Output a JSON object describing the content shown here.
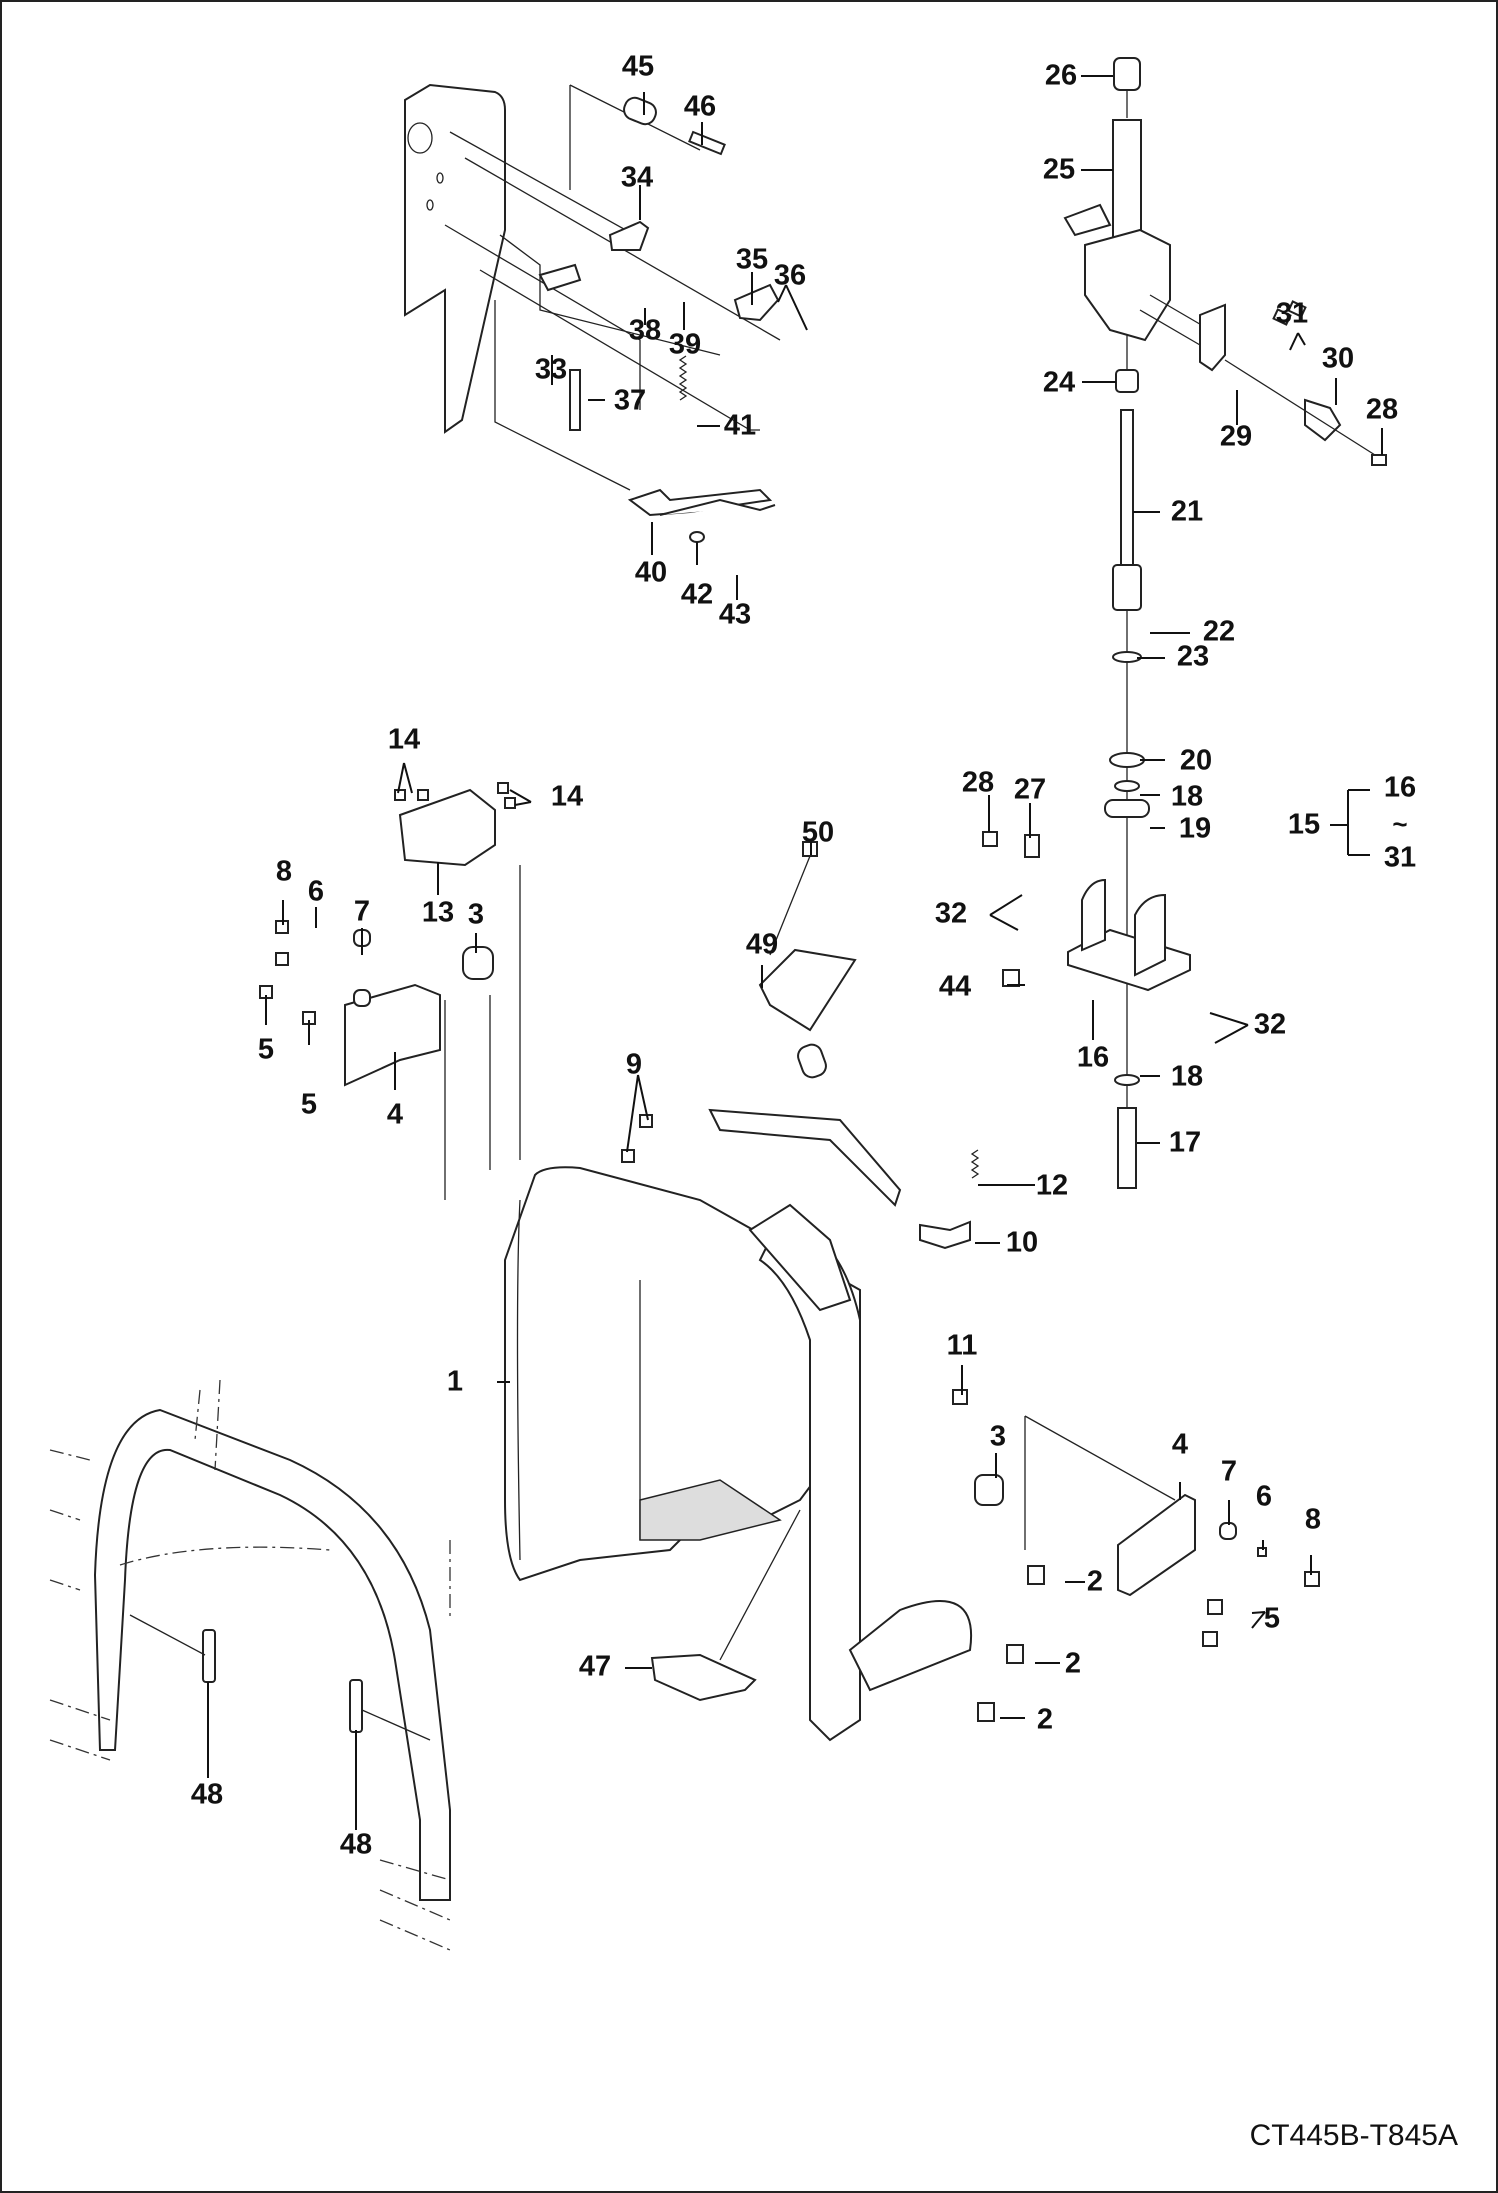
{
  "diagram": {
    "type": "exploded-parts-diagram",
    "reference_code": "CT445B-T845A",
    "callouts": [
      {
        "id": "c1",
        "label": "1"
      },
      {
        "id": "c2a",
        "label": "2"
      },
      {
        "id": "c2b",
        "label": "2"
      },
      {
        "id": "c2c",
        "label": "2"
      },
      {
        "id": "c3a",
        "label": "3"
      },
      {
        "id": "c3b",
        "label": "3"
      },
      {
        "id": "c4a",
        "label": "4"
      },
      {
        "id": "c4b",
        "label": "4"
      },
      {
        "id": "c5a",
        "label": "5"
      },
      {
        "id": "c5b",
        "label": "5"
      },
      {
        "id": "c5c",
        "label": "5"
      },
      {
        "id": "c6a",
        "label": "6"
      },
      {
        "id": "c6b",
        "label": "6"
      },
      {
        "id": "c7a",
        "label": "7"
      },
      {
        "id": "c7b",
        "label": "7"
      },
      {
        "id": "c8a",
        "label": "8"
      },
      {
        "id": "c8b",
        "label": "8"
      },
      {
        "id": "c9",
        "label": "9"
      },
      {
        "id": "c10",
        "label": "10"
      },
      {
        "id": "c11",
        "label": "11"
      },
      {
        "id": "c12",
        "label": "12"
      },
      {
        "id": "c13",
        "label": "13"
      },
      {
        "id": "c14a",
        "label": "14"
      },
      {
        "id": "c14b",
        "label": "14"
      },
      {
        "id": "c15",
        "label": "15"
      },
      {
        "id": "c16a",
        "label": "16"
      },
      {
        "id": "c16b",
        "label": "16"
      },
      {
        "id": "c17",
        "label": "17"
      },
      {
        "id": "c18a",
        "label": "18"
      },
      {
        "id": "c18b",
        "label": "18"
      },
      {
        "id": "c19",
        "label": "19"
      },
      {
        "id": "c20",
        "label": "20"
      },
      {
        "id": "c21",
        "label": "21"
      },
      {
        "id": "c22",
        "label": "22"
      },
      {
        "id": "c23",
        "label": "23"
      },
      {
        "id": "c24",
        "label": "24"
      },
      {
        "id": "c25",
        "label": "25"
      },
      {
        "id": "c26",
        "label": "26"
      },
      {
        "id": "c27",
        "label": "27"
      },
      {
        "id": "c28a",
        "label": "28"
      },
      {
        "id": "c28b",
        "label": "28"
      },
      {
        "id": "c29",
        "label": "29"
      },
      {
        "id": "c30",
        "label": "30"
      },
      {
        "id": "c31a",
        "label": "31"
      },
      {
        "id": "c31b",
        "label": "31"
      },
      {
        "id": "c32a",
        "label": "32"
      },
      {
        "id": "c32b",
        "label": "32"
      },
      {
        "id": "c33",
        "label": "33"
      },
      {
        "id": "c34",
        "label": "34"
      },
      {
        "id": "c35",
        "label": "35"
      },
      {
        "id": "c36",
        "label": "36"
      },
      {
        "id": "c37",
        "label": "37"
      },
      {
        "id": "c38",
        "label": "38"
      },
      {
        "id": "c39",
        "label": "39"
      },
      {
        "id": "c40",
        "label": "40"
      },
      {
        "id": "c41",
        "label": "41"
      },
      {
        "id": "c42",
        "label": "42"
      },
      {
        "id": "c43",
        "label": "43"
      },
      {
        "id": "c44",
        "label": "44"
      },
      {
        "id": "c45",
        "label": "45"
      },
      {
        "id": "c46",
        "label": "46"
      },
      {
        "id": "c47",
        "label": "47"
      },
      {
        "id": "c48a",
        "label": "48"
      },
      {
        "id": "c48b",
        "label": "48"
      },
      {
        "id": "c49",
        "label": "49"
      },
      {
        "id": "c50",
        "label": "50"
      }
    ],
    "assembly_bracket": {
      "parent": "15",
      "range_start": "16",
      "range_end": "31",
      "range_symbol": "~"
    }
  }
}
